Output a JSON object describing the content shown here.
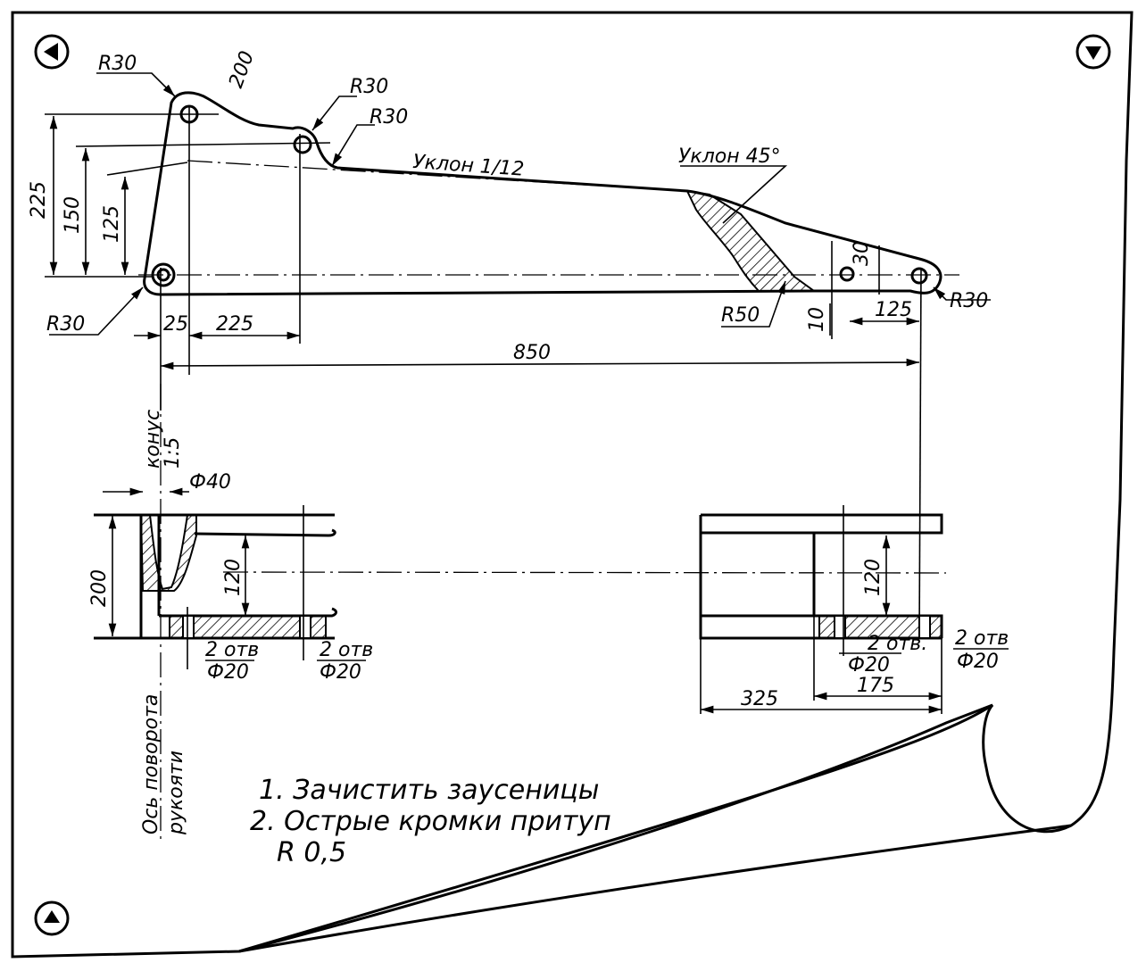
{
  "nav": {
    "top_left_icon": "triangle-left-icon",
    "top_right_icon": "triangle-down-icon",
    "bottom_left_icon": "triangle-up-icon"
  },
  "top_view": {
    "radius_labels": [
      "R30",
      "R30",
      "R30",
      "R30",
      "R30",
      "R50"
    ],
    "slope_main": "Уклон 1/12",
    "slope_45": "Уклон 45°",
    "dim_200": "200",
    "dim_225_v": "225",
    "dim_150": "150",
    "dim_125_v": "125",
    "dim_25": "25",
    "dim_225_h": "225",
    "dim_850": "850",
    "dim_10": "10",
    "dim_30": "30",
    "dim_125_h": "125"
  },
  "bottom_view": {
    "cone_label": "конус",
    "cone_ratio": "1:5",
    "dia_40": "Ф40",
    "height_200": "200",
    "height_120_left": "120",
    "height_120_right": "120",
    "holes_label": "2 отв",
    "hole_dia": "Ф20",
    "holes_label_dot": "2 отв.",
    "dim_325": "325",
    "dim_175": "175",
    "axis_label_1": "Ось поворота",
    "axis_label_2": "рукояти"
  },
  "notes": {
    "note1": "1. Зачистить заусеницы",
    "note2": "2. Острые кромки притуп",
    "note2_cont": "R 0,5"
  }
}
